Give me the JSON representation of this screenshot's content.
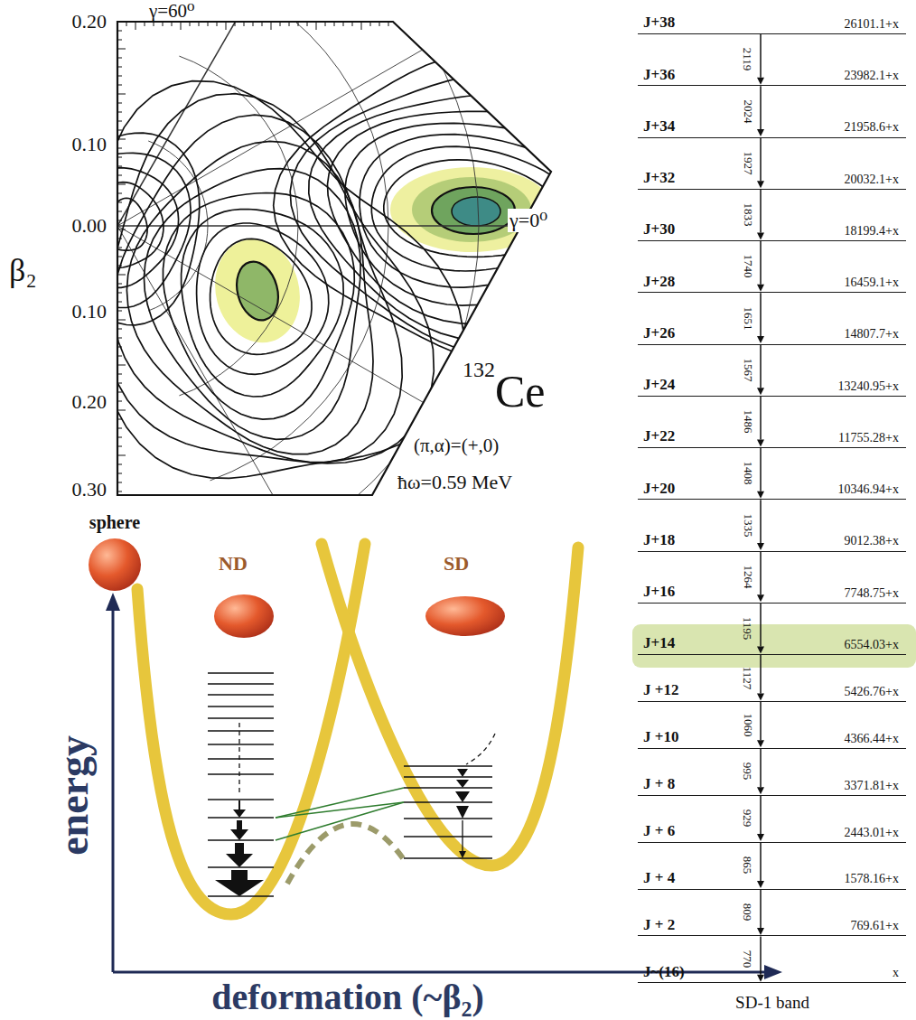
{
  "diagram": {
    "nodes": [
      {
        "text": [
          "J+38",
          "26101.1+x"
        ]
      },
      {
        "text": [
          "J+36",
          "23982.1+x"
        ]
      },
      {
        "text": [
          "J+34",
          "21958.6+x"
        ]
      },
      {
        "text": [
          "J+32",
          "20032.1+x"
        ]
      },
      {
        "text": [
          "J+30",
          "18199.4+x"
        ]
      },
      {
        "text": [
          "J+28",
          "16459.1+x"
        ]
      },
      {
        "text": [
          "J+26",
          "14807.7+x"
        ]
      },
      {
        "text": [
          "J+24",
          "13240.95+x"
        ]
      },
      {
        "text": [
          "J+22",
          "11755.28+x"
        ]
      },
      {
        "text": [
          "J+20",
          "10346.94+x"
        ]
      },
      {
        "text": [
          "J+18",
          "9012.38+x"
        ]
      },
      {
        "text": [
          "J+16",
          "7748.75+x"
        ]
      },
      {
        "text": [
          "J+14",
          "6554.03+x"
        ]
      },
      {
        "text": [
          "J +12",
          "5426.76+x"
        ]
      },
      {
        "text": [
          "J +10",
          "4366.44+x"
        ]
      },
      {
        "text": [
          "J + 8",
          "3371.81+x"
        ]
      },
      {
        "text": [
          "J + 6",
          "2443.01+x"
        ]
      },
      {
        "text": [
          "J + 4",
          "1578.16+x"
        ]
      },
      {
        "text": [
          "J + 2",
          "769.61+x"
        ]
      },
      {
        "text": [
          "J~(16)",
          "x"
        ]
      }
    ],
    "edges": [
      {
        "from": 0,
        "to": 1,
        "arrow": "to",
        "label": "2119"
      },
      {
        "from": 1,
        "to": 2,
        "arrow": "to",
        "label": "2024"
      },
      {
        "from": 2,
        "to": 3,
        "arrow": "to",
        "label": "1927"
      },
      {
        "from": 3,
        "to": 4,
        "arrow": "to",
        "label": "1833"
      },
      {
        "from": 4,
        "to": 5,
        "arrow": "to",
        "label": "1740"
      },
      {
        "from": 5,
        "to": 6,
        "arrow": "to",
        "label": "1651"
      },
      {
        "from": 6,
        "to": 7,
        "arrow": "to",
        "label": "1567"
      },
      {
        "from": 7,
        "to": 8,
        "arrow": "to",
        "label": "1486"
      },
      {
        "from": 8,
        "to": 9,
        "arrow": "to",
        "label": "1408"
      },
      {
        "from": 9,
        "to": 10,
        "arrow": "to",
        "label": "1335"
      },
      {
        "from": 10,
        "to": 11,
        "arrow": "to",
        "label": "1264"
      },
      {
        "from": 11,
        "to": 12,
        "arrow": "to",
        "label": "1195"
      },
      {
        "from": 12,
        "to": 13,
        "arrow": "to",
        "label": "1127"
      },
      {
        "from": 13,
        "to": 14,
        "arrow": "to",
        "label": "1060"
      },
      {
        "from": 14,
        "to": 15,
        "arrow": "to",
        "label": "995"
      },
      {
        "from": 15,
        "to": 16,
        "arrow": "to",
        "label": "929"
      },
      {
        "from": 16,
        "to": 17,
        "arrow": "to",
        "label": "865"
      },
      {
        "from": 17,
        "to": 18,
        "arrow": "to",
        "label": "809"
      },
      {
        "from": 18,
        "to": 19,
        "arrow": "to",
        "label": "770"
      }
    ],
    "labels": [
      "γ=60⁰",
      "0.20",
      "0.10",
      "0.00",
      "0.10",
      "0.20",
      "0.30",
      "β₂",
      "γ=0⁰",
      "132",
      "Ce",
      "(π,α)=(+,0)",
      "ħω=0.59 MeV",
      "sphere",
      "ND",
      "SD",
      "energy",
      "deformation (~β₂)",
      "SD-1 band"
    ]
  }
}
